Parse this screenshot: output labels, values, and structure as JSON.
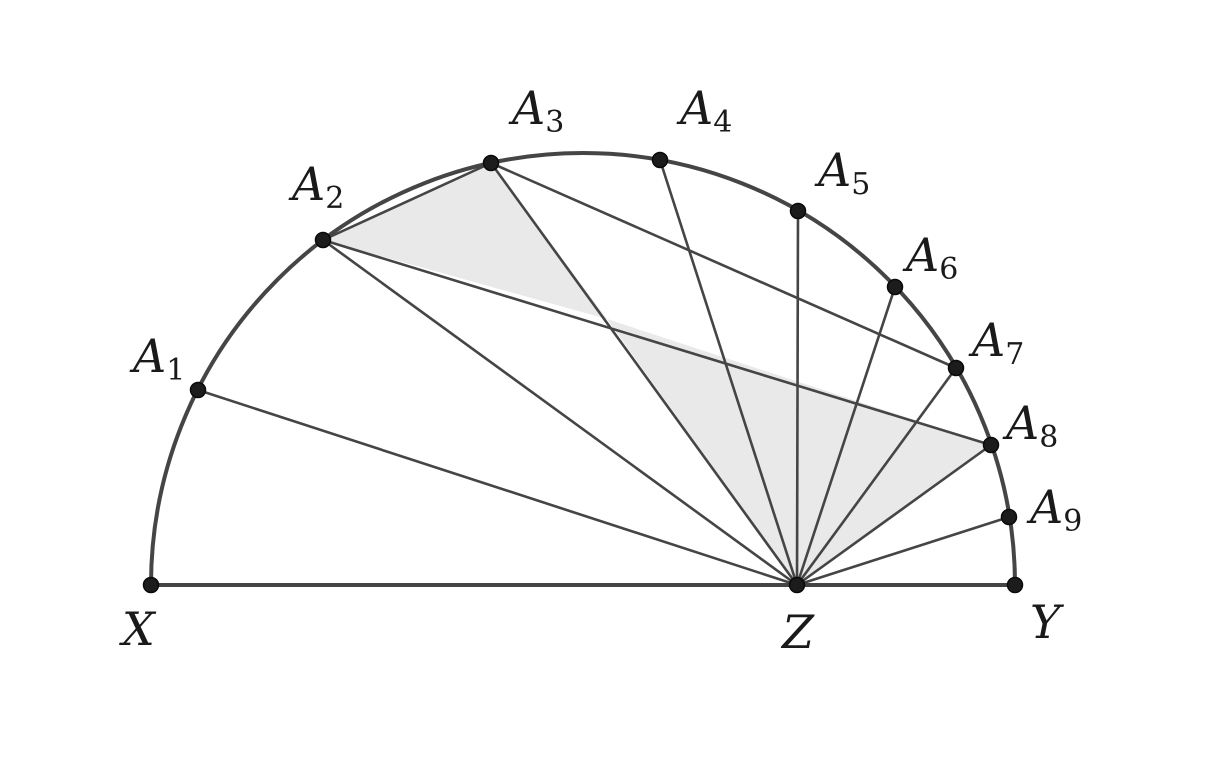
{
  "diagram": {
    "points": {
      "X": {
        "label": "X",
        "sub": ""
      },
      "Y": {
        "label": "Y",
        "sub": ""
      },
      "Z": {
        "label": "Z",
        "sub": ""
      },
      "A1": {
        "label": "A",
        "sub": "1"
      },
      "A2": {
        "label": "A",
        "sub": "2"
      },
      "A3": {
        "label": "A",
        "sub": "3"
      },
      "A4": {
        "label": "A",
        "sub": "4"
      },
      "A5": {
        "label": "A",
        "sub": "5"
      },
      "A6": {
        "label": "A",
        "sub": "6"
      },
      "A7": {
        "label": "A",
        "sub": "7"
      },
      "A8": {
        "label": "A",
        "sub": "8"
      },
      "A9": {
        "label": "A",
        "sub": "9"
      }
    },
    "segments": [
      [
        "X",
        "Y"
      ],
      [
        "A1",
        "Z"
      ],
      [
        "A2",
        "Z"
      ],
      [
        "A3",
        "Z"
      ],
      [
        "A4",
        "Z"
      ],
      [
        "A5",
        "Z"
      ],
      [
        "A6",
        "Z"
      ],
      [
        "A7",
        "Z"
      ],
      [
        "A8",
        "Z"
      ],
      [
        "A9",
        "Z"
      ],
      [
        "A2",
        "A3"
      ],
      [
        "A2",
        "A8"
      ],
      [
        "A3",
        "A7"
      ]
    ],
    "shaded_triangles": [
      [
        "A2",
        "A3",
        "P"
      ],
      [
        "P",
        "A8",
        "Z"
      ]
    ],
    "colors": {
      "lines": "#454545",
      "points": "#1c1c1c",
      "shade": "#e9e9e9"
    }
  }
}
